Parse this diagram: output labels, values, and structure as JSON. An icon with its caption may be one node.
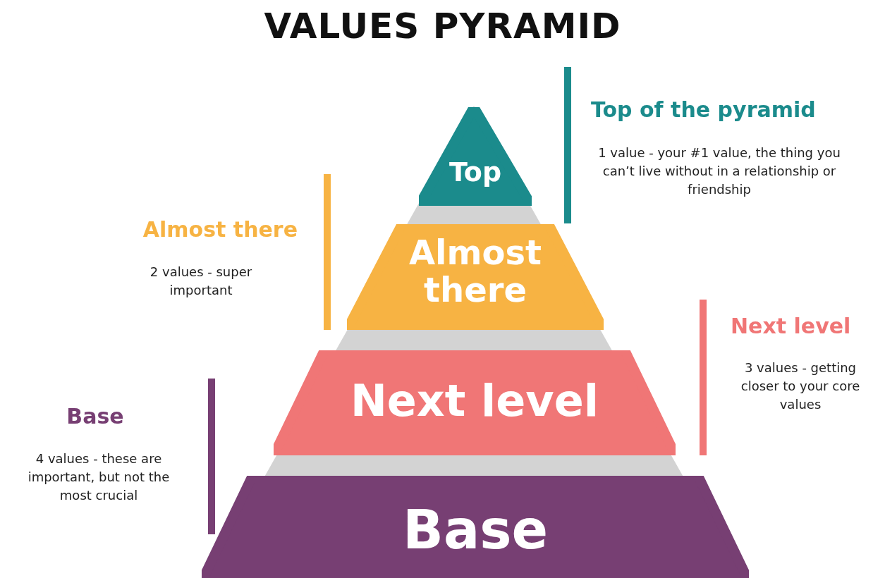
{
  "diagram": {
    "title": "VALUES PYRAMID",
    "nodes": [
      {
        "text": [
          "Top"
        ],
        "beside": [
          "Top of the pyramid",
          "1 value - your #1 value, the thing you can’t live without in a relationship or friendship"
        ]
      },
      {
        "text": [
          "Almost there"
        ],
        "beside": [
          "Almost there",
          "2 values - super important"
        ]
      },
      {
        "text": [
          "Next level"
        ],
        "beside": [
          "Next level",
          "3 values - getting closer to your core values"
        ]
      },
      {
        "text": [
          "Base"
        ],
        "beside": [
          "Base",
          "4 values - these are important, but not the most crucial"
        ]
      }
    ]
  }
}
